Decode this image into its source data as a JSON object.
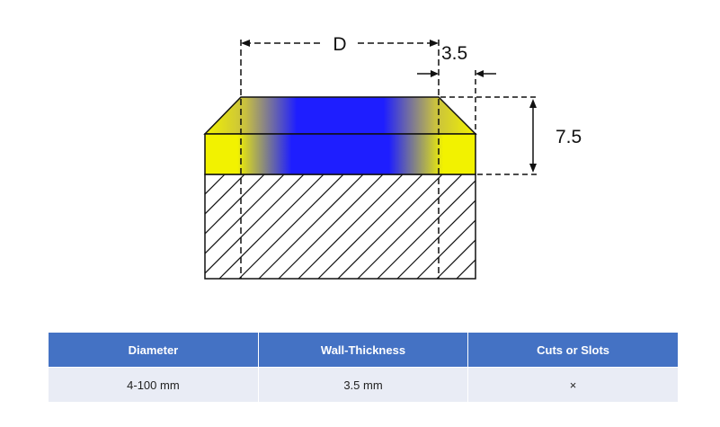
{
  "diagram": {
    "labels": {
      "diameter": "D",
      "wall_thickness": "3.5",
      "height": "7.5"
    },
    "colors": {
      "blue_band": "#1e1eff",
      "yellow_chamfer": "#f2f200",
      "hatch": "#111111",
      "outline": "#111111"
    }
  },
  "table": {
    "headers": [
      "Diameter",
      "Wall-Thickness",
      "Cuts or Slots"
    ],
    "rows": [
      [
        "4-100 mm",
        "3.5 mm",
        "×"
      ]
    ],
    "colors": {
      "header_bg": "#4472c4",
      "header_text": "#ffffff",
      "row_bg": "#e9ecf5"
    }
  }
}
